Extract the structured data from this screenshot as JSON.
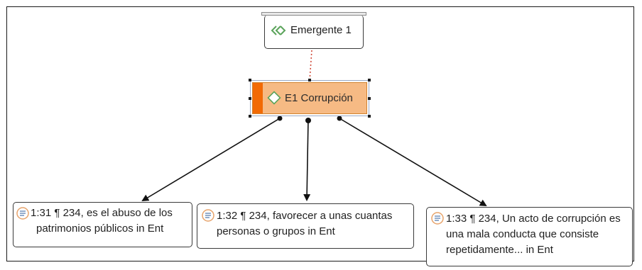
{
  "colors": {
    "code_fill": "#f6ba84",
    "code_bar": "#f26a05",
    "link_dotted": "#d04a3a",
    "link_solid": "#111111",
    "quote_icon_ring": "#e7a36b",
    "group_icon": "#5aa35a",
    "code_icon": "#5aa35a"
  },
  "group_node": {
    "icon": "group-chevrons-icon",
    "label": "Emergente 1"
  },
  "code_node": {
    "icon": "code-diamond-icon",
    "label": "E1 Corrupción"
  },
  "quotations": [
    {
      "icon": "quotation-icon",
      "line1": "1:31 ¶ 234, es el abuso de los",
      "line2": "patrimonios públicos in Ent",
      "line3": ""
    },
    {
      "icon": "quotation-icon",
      "line1": "1:32 ¶ 234, favorecer a unas cuantas",
      "line2": "personas o grupos in Ent",
      "line3": ""
    },
    {
      "icon": "quotation-icon",
      "line1": "1:33 ¶ 234, Un acto de corrupción es",
      "line2": "una mala conducta que consiste",
      "line3": "repetidamente... in Ent"
    }
  ]
}
